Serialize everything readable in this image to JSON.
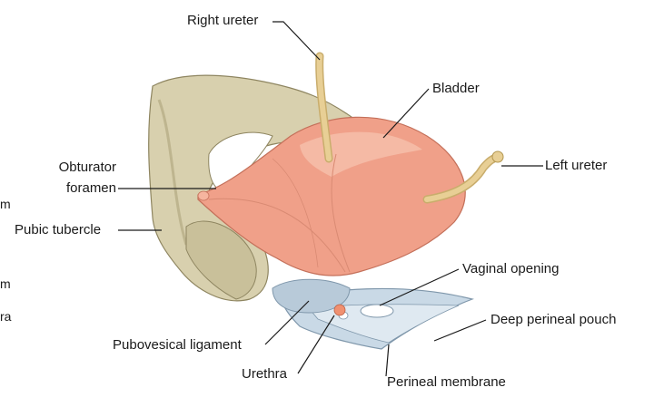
{
  "labels": {
    "right_ureter": "Right ureter",
    "bladder": "Bladder",
    "left_ureter": "Left ureter",
    "obturator_foramen_line1": "Obturator",
    "obturator_foramen_line2": "foramen",
    "pubic_tubercle": "Pubic tubercle",
    "vaginal_opening": "Vaginal opening",
    "deep_perineal_pouch": "Deep perineal pouch",
    "pubovesical_ligament": "Pubovesical ligament",
    "urethra": "Urethra",
    "perineal_membrane": "Perineal membrane"
  },
  "cropped_labels": [
    "m",
    "m",
    "ra"
  ],
  "colors": {
    "bone": "#d8d0ae",
    "bone_shadow": "#b3aa82",
    "bladder": "#f0a089",
    "bladder_highlight": "#f7c4b1",
    "ureter": "#e8cf95",
    "membrane": "#c9d9e6",
    "leader": "#1a1a1a"
  }
}
